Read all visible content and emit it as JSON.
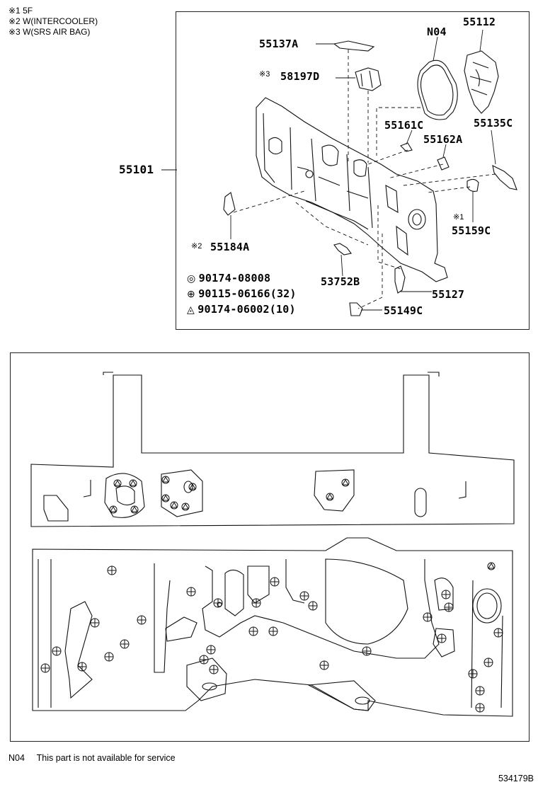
{
  "notes": [
    "※1 5F",
    "※2 W(INTERCOOLER)",
    "※3 W(SRS AIR BAG)"
  ],
  "parts": {
    "p55137A": "55137A",
    "p58197D": "58197D",
    "p58197D_mark": "※3",
    "pN04": "N04",
    "p55112": "55112",
    "p55161C": "55161C",
    "p55162A": "55162A",
    "p55135C": "55135C",
    "p55101": "55101",
    "p55159C_mark": "※1",
    "p55159C": "55159C",
    "p55184A_mark": "※2",
    "p55184A": "55184A",
    "p53752B": "53752B",
    "p55127": "55127",
    "p55149C": "55149C"
  },
  "fasteners": [
    {
      "symbol": "◎",
      "text": "90174-08008"
    },
    {
      "symbol": "⊕",
      "text": "90115-06166(32)"
    },
    {
      "symbol": "◬",
      "text": "90174-06002(10)"
    }
  ],
  "footer": {
    "code": "N04",
    "note": "This part is not available for service",
    "diagram_id": "534179B"
  }
}
